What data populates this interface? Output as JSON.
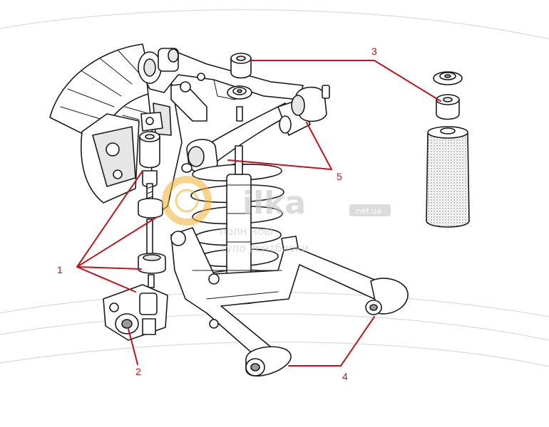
{
  "callouts": {
    "c1": "1",
    "c2": "2",
    "c3": "3",
    "c4": "4",
    "c5": "5"
  },
  "watermark": {
    "brand": "ilka",
    "tld": ".net.ua",
    "line1": "полн нові",
    "line2": "тупо вентблоки"
  },
  "colors": {
    "callout": "#c0141c",
    "ink": "#1a1a1a",
    "watermark": "#c4c4c4",
    "watermark_logo": "#f2b233"
  },
  "icons": {
    "logo": "tire-logo-icon"
  }
}
